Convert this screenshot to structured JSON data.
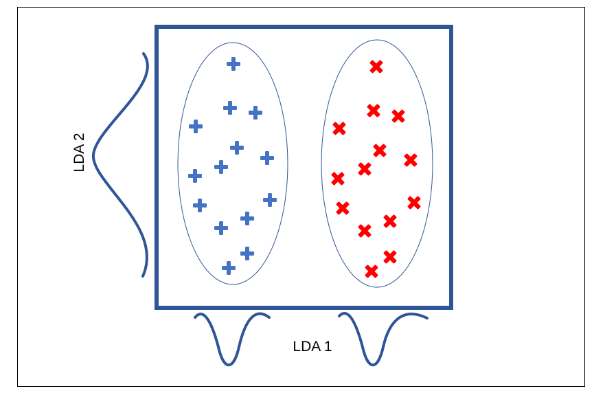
{
  "labels": {
    "x_axis": "LDA 1",
    "y_axis": "LDA 2"
  },
  "colors": {
    "frame": "#2f5597",
    "curve": "#2f5597",
    "ellipse": "#2f5597",
    "class_a_marker": "#4472c4",
    "class_b_marker": "#ff0000",
    "outer_border": "#000000"
  },
  "classes": [
    {
      "id": "class-a",
      "marker": "plus"
    },
    {
      "id": "class-b",
      "marker": "cross"
    }
  ]
}
